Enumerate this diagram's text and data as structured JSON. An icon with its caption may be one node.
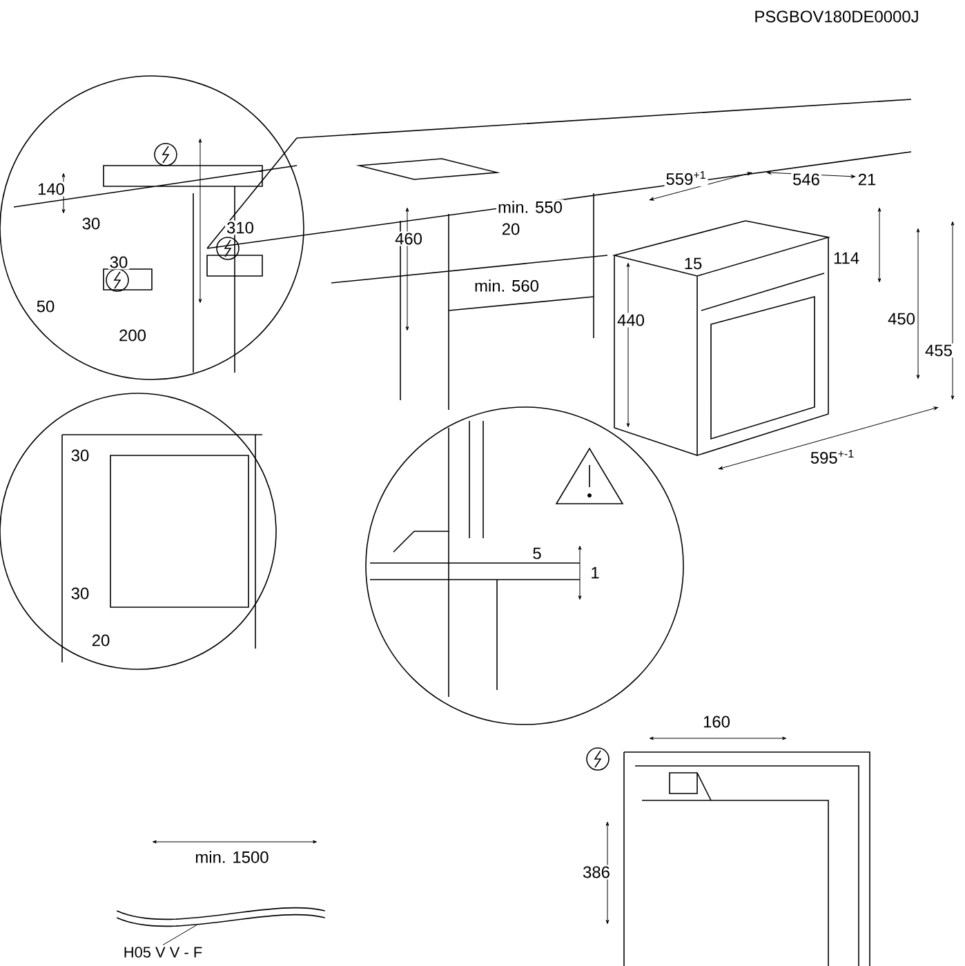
{
  "diagram": {
    "nodes": [
      {
        "text": [
          "H05 V V - F"
        ]
      },
      {
        "text": [],
        "shape": "picture"
      }
    ],
    "edges": [
      {
        "from": 0,
        "to": 1,
        "arrow": "none"
      }
    ],
    "labels": [
      "PSGBOV180DE0000J",
      "140",
      "310",
      "30",
      "30",
      "50",
      "200",
      "460",
      "min. 550",
      "20",
      "min. 560",
      "559$^{+1}$",
      "546",
      "21",
      "15",
      "114",
      "440",
      "450",
      "455",
      "595$^{+-1}$",
      "30",
      "30",
      "20",
      "5",
      "1",
      "160",
      "386",
      "min. 1500"
    ]
  }
}
